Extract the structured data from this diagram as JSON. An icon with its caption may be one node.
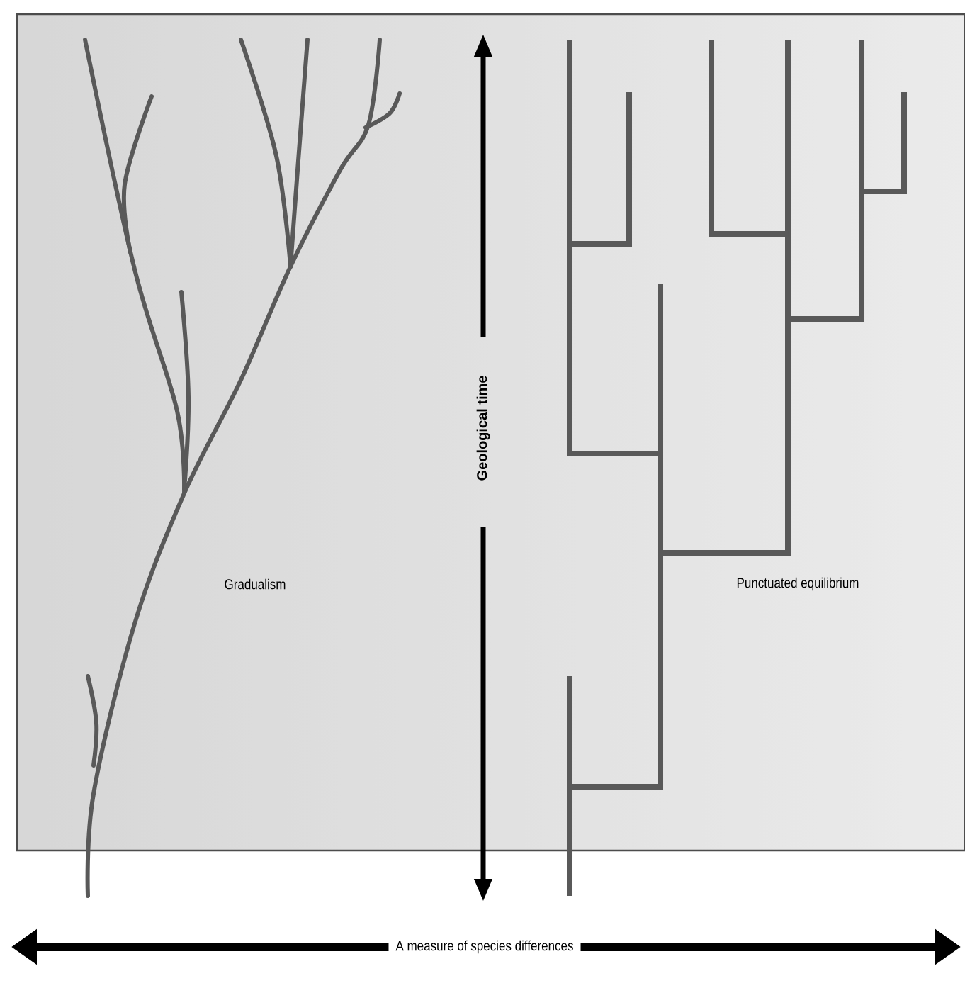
{
  "diagram": {
    "labels": [
      "Gradualism",
      "Punctuated equilibrium",
      "Geological time",
      "A measure of species differences"
    ]
  }
}
